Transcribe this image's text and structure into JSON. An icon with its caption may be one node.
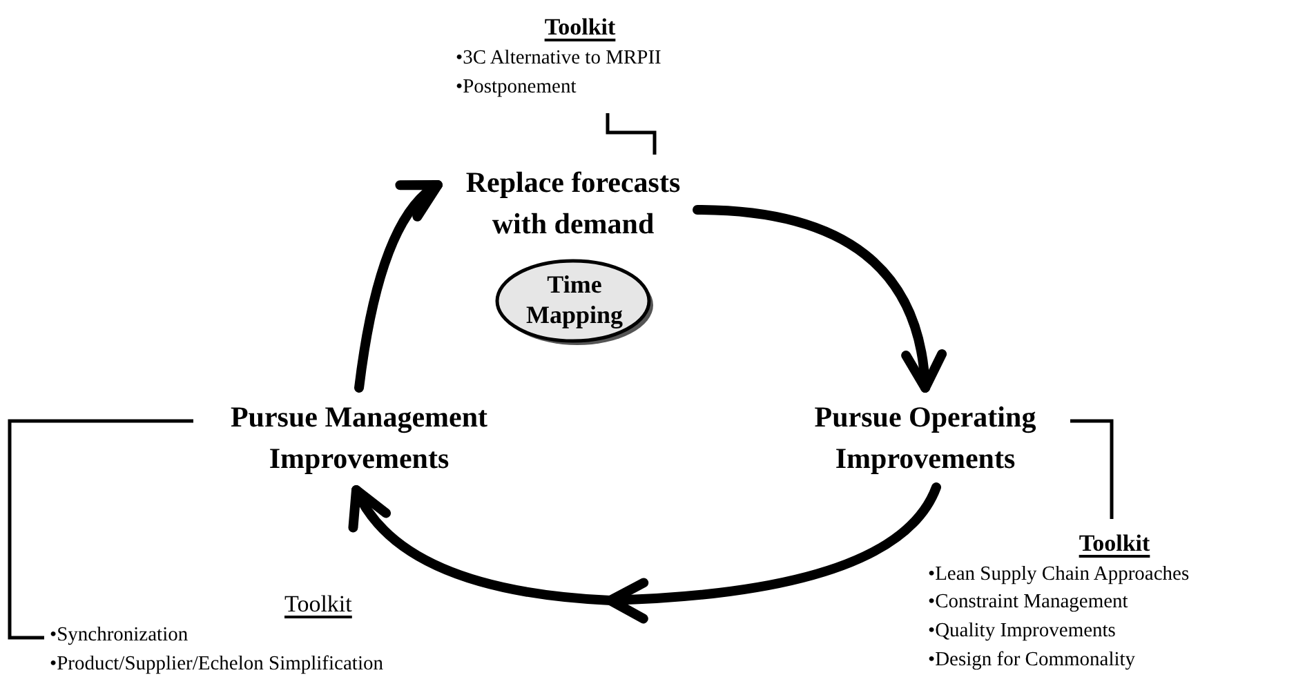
{
  "diagram": {
    "nodes": [
      {
        "text": [
          "Toolkit",
          "•3C Alternative to MRPII",
          "•Postponement"
        ]
      },
      {
        "text": [
          "Replace forecasts with demand"
        ]
      },
      {
        "text": [
          "Time Mapping"
        ]
      },
      {
        "text": [
          "Pursue Management Improvements"
        ]
      },
      {
        "text": [
          "Pursue Operating Improvements"
        ]
      },
      {
        "text": [
          "Toolkit",
          "•Lean Supply Chain Approaches",
          "•Constraint Management",
          "•Quality Improvements",
          "•Design for Commonality"
        ]
      },
      {
        "text": [
          "Toolkit",
          "•Synchronization",
          "•Product/Supplier/Echelon Simplification"
        ]
      }
    ],
    "edges": [
      {
        "from": 3,
        "to": 1,
        "arrow": "to",
        "style": "thick"
      },
      {
        "from": 1,
        "to": 4,
        "arrow": "to",
        "style": "thick"
      },
      {
        "from": 4,
        "to": 3,
        "arrow": "to",
        "style": "thick"
      },
      {
        "from": 0,
        "to": 1,
        "arrow": "none"
      },
      {
        "from": 4,
        "to": 5,
        "arrow": "none"
      },
      {
        "from": 3,
        "to": 6,
        "arrow": "none"
      }
    ]
  }
}
